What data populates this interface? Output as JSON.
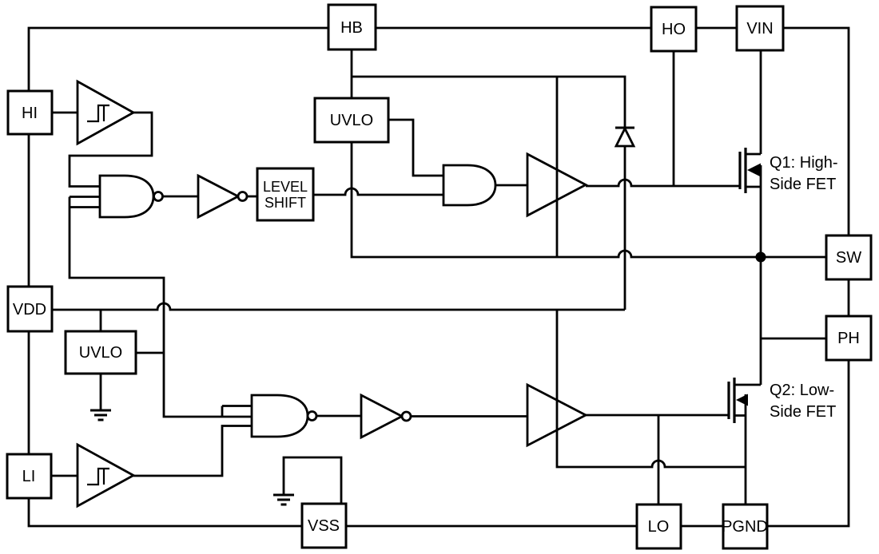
{
  "diagram": {
    "title_hidden": "",
    "pins": {
      "hb": "HB",
      "ho": "HO",
      "vin": "VIN",
      "hi": "HI",
      "vdd": "VDD",
      "li": "LI",
      "sw": "SW",
      "ph": "PH",
      "vss": "VSS",
      "lo": "LO",
      "pgnd": "PGND"
    },
    "blocks": {
      "uvlo_top": "UVLO",
      "uvlo_vdd": "UVLO",
      "level_shift_line1": "LEVEL",
      "level_shift_line2": "SHIFT"
    },
    "fets": {
      "q1_line1": "Q1: High-",
      "q1_line2": "Side FET",
      "q2_line1": "Q2: Low-",
      "q2_line2": "Side FET"
    },
    "icons": {
      "schmitt_trigger": "hysteresis-step-glyph",
      "ground": "three-bar-ground-glyph",
      "bootstrap_diode": "diode-up-glyph",
      "junction_dot": "filled-circle"
    },
    "colors": {
      "line": "#000000",
      "background": "#ffffff",
      "text": "#000000"
    }
  }
}
